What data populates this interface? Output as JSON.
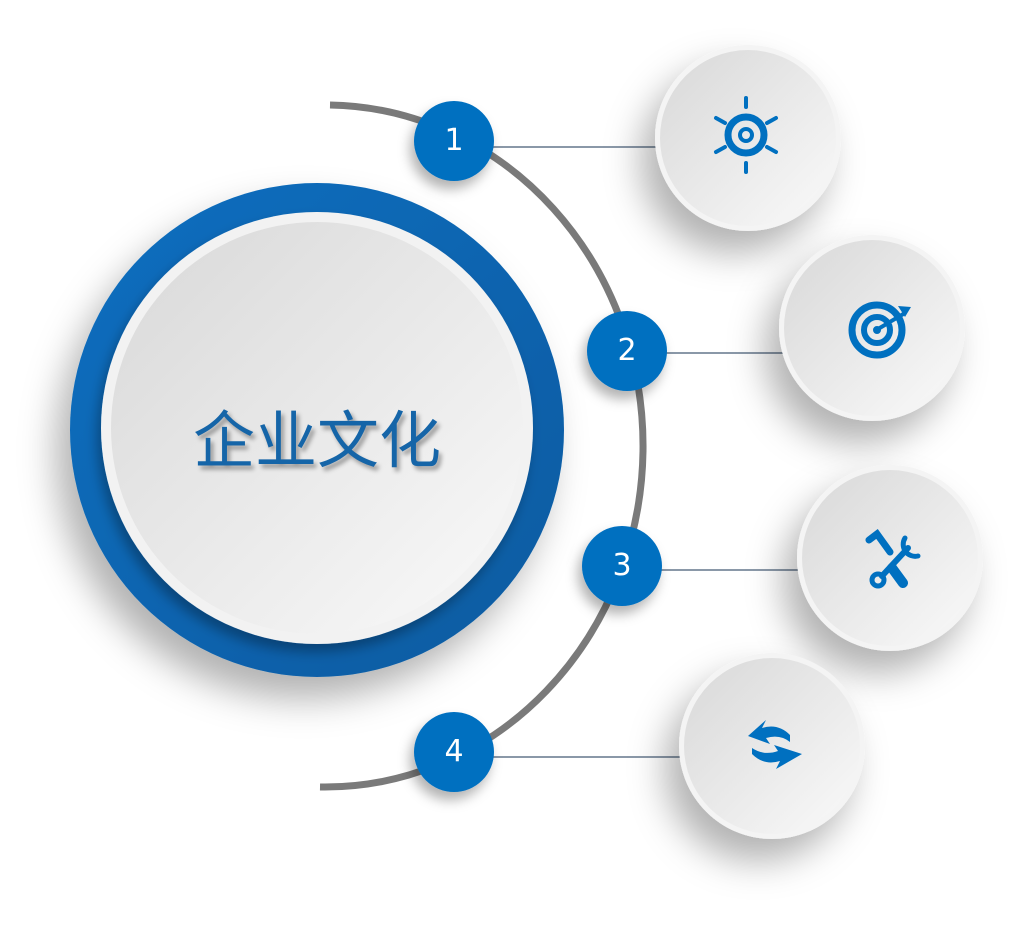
{
  "center": {
    "title": "企业文化"
  },
  "steps": [
    {
      "number": "1",
      "icon": "ship-wheel-icon"
    },
    {
      "number": "2",
      "icon": "target-icon"
    },
    {
      "number": "3",
      "icon": "tools-icon"
    },
    {
      "number": "4",
      "icon": "refresh-arrows-icon"
    }
  ],
  "colors": {
    "accent": "#0070c0",
    "arc": "#7a7a7a",
    "connector": "#8a98a8"
  }
}
